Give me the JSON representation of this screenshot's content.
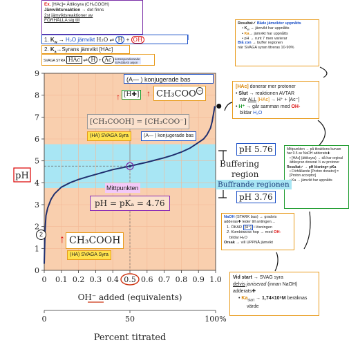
{
  "chart_data": {
    "type": "line",
    "xlabel": "OH⁻ added (equivalents)",
    "xlabel2": "Percent titrated",
    "ylabel": "pH",
    "xlim": [
      0,
      1.0
    ],
    "ylim": [
      0,
      9
    ],
    "xticks": [
      "0",
      "0.1",
      "0.2",
      "0.3",
      "0.4",
      "0.5",
      "0.6",
      "0.7",
      "0.8",
      "0.9",
      "1.0"
    ],
    "yticks": [
      "0",
      "1",
      "2",
      "3",
      "4",
      "5",
      "6",
      "7",
      "8",
      "9"
    ],
    "percent_ticks": [
      "0",
      "50",
      "100%"
    ],
    "grid": true,
    "series": [
      {
        "x": [
          0.0,
          0.005,
          0.01,
          0.02,
          0.04,
          0.06,
          0.1,
          0.15,
          0.2,
          0.25,
          0.3,
          0.35,
          0.4,
          0.45,
          0.5,
          0.55,
          0.6,
          0.65,
          0.7,
          0.75,
          0.8,
          0.85,
          0.9,
          0.93,
          0.95,
          0.97,
          0.98,
          0.99,
          0.995
        ],
        "y": [
          0.3,
          1.8,
          2.5,
          2.85,
          3.25,
          3.5,
          3.8,
          4.0,
          4.15,
          4.27,
          4.38,
          4.49,
          4.6,
          4.68,
          4.76,
          4.85,
          4.94,
          5.04,
          5.14,
          5.26,
          5.4,
          5.58,
          5.84,
          6.0,
          6.2,
          6.5,
          6.8,
          7.25,
          7.5
        ]
      }
    ],
    "buffer_band": [
      3.76,
      5.76
    ],
    "midpoint": {
      "x": 0.5,
      "y": 4.76
    }
  },
  "colors": {
    "plot_bg": "#f9cfae",
    "buffer": "#a8e6f4",
    "curve": "#1f2f6e",
    "red": "#d11a1a",
    "blue": "#1a4fc7",
    "orange": "#e89a1a",
    "green": "#1a9a2a"
  },
  "top_box": {
    "ex_prefix": "Ex.",
    "line1": " [HAc]= Ättiksyra (CH₃COOH)",
    "line2a": "Jämviktsreaktion",
    "line2b": " → det finns",
    "line3": "2st jämviktsreaktioner av",
    "line4": "FÖRHÅLLA sig till",
    "row1_num": "1.",
    "row1_k": "K",
    "row1_w": "w",
    "row1_arrow": "→",
    "row1_h2o": "H₂O",
    "row1_jamvikt": "jämvikt",
    "row1_h2o_eq": "H₂O",
    "row1_h": "H",
    "row1_oh": "OH",
    "row2_num": "2.",
    "row2_k": "K",
    "row2_a": "a",
    "row2_text": "→Syrans jämvikt [HAc]",
    "row3_label": "SVAGA SYRA",
    "row3_hac": "HAc",
    "row3_h": "H",
    "row3_ac": "Ac",
    "row3_note": "korresponderande SVAGBAS anjon"
  },
  "plot_labels": {
    "conj_base_tag": "(A— ) konjugerade bas",
    "h_plus": "[H✚]",
    "ch3coo": "CH₃COO",
    "eq_label": "[CH₃COOH] = [CH₃COO⁻]",
    "ha_tag": "(HA) SVAGA Syra",
    "a_tag": "(A— ) konjugerade bas",
    "midpoint": "Mittpunkten",
    "ph_pka": "pH = pKₐ = 4.76",
    "ch3cooh": "CH₃COOH",
    "ha_tag2": "(HA) SVAGA Syra",
    "circle2": "2",
    "ph_576": "pH 5.76",
    "buffering": "Buffering",
    "region": "region",
    "buff_sv": "Buffrande regionen",
    "ph_376": "pH 3.76",
    "half_tick": "0.5"
  },
  "box_result": {
    "title": "Resultat✓",
    "title2": "Både jämvikter uppnåtts",
    "b1a": "K",
    "b1b": "w",
    "b1c": " → jämvikt har uppnåtts",
    "b2a": "Ka",
    "b2b": "→ jämvikt har uppnåtts",
    "b3": "pH → runt 7 men varierar",
    "b4a": "Blå zon",
    "b4b": " → buffer regionen",
    "b5": "när SVAGA syran titreras 10-90%"
  },
  "box_hac": {
    "l1a": "[HAc]",
    "l1b": " donerar mer protoner",
    "l2a": "Slut",
    "l2b": " → reaktionen AVTAR",
    "l3a": "när ",
    "l3b": "ALL",
    "l3c": " [HAc]",
    "l3d": " → H⁺ + [Ac⁻]",
    "l4a": "H⁺",
    "l4b": " → går samman med ",
    "l4c": "OH-",
    "l5a": "bildar ",
    "l5b": "H₂O"
  },
  "box_mid": {
    "l1": "Mittpunkten → på titraktions kurvan har 0.5 av NaOH adderats✚",
    "l2": "[HAc] (ättiksyra) → då har orginal ättiksyran donerat ½ av protoner",
    "l3": "Resultat✓ → pH lösning= pKa",
    "l4": "Förhållande [Proton donator] = [Proton acceptor]",
    "l5": "Ka → jämvikt har uppnåtts"
  },
  "box_naoh": {
    "l1a": "NaOH",
    "l1b": " (STARK bas) → gradvis",
    "l2": "adderas✚ leder till antingen…",
    "l3a": "1. ÖKAR ",
    "l3b": "[H⁺]",
    "l3c": " i lösningen",
    "l4a": "2. Kombineras",
    "l4b": " hop → med ",
    "l4c": "OH-",
    "l5": "bildar H₂O",
    "l6a": "Orsak",
    "l6b": " → vill UPPNÅ jämvikt"
  },
  "box_start": {
    "l1a": "Vid start",
    "l1b": " → SVAG syra",
    "l2a": "delvis",
    "l2b": " joniserad",
    "l2c": " (innan NaOH)",
    "l3": "adderats✚",
    "l4a": "Ka",
    "l4b": "start",
    "l4c": " → ",
    "l4d": "1,74×10⁵M",
    "l4e": " beräknas",
    "l5": "värde"
  }
}
